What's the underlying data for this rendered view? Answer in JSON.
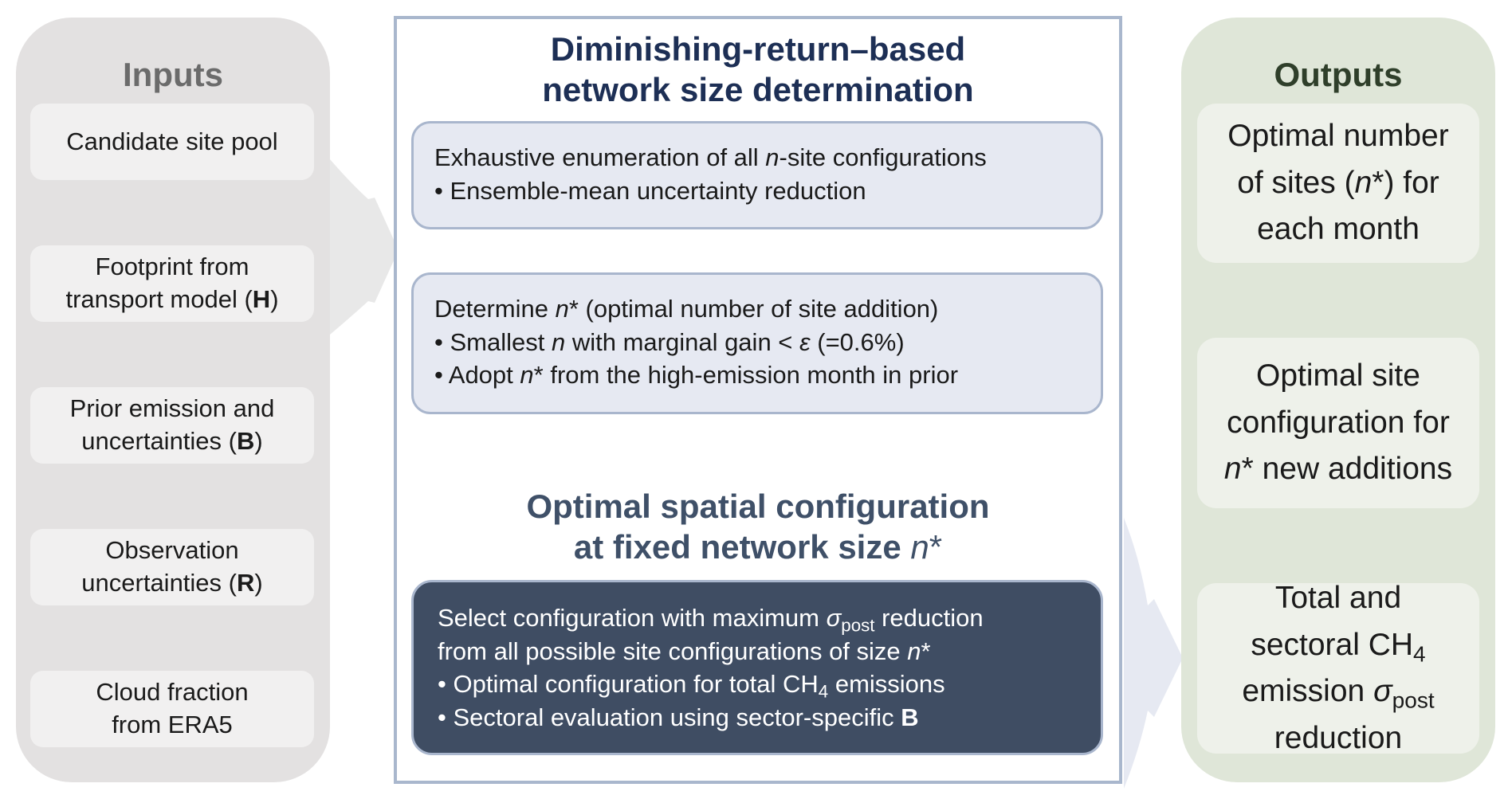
{
  "inputs": {
    "title": "Inputs",
    "items": [
      {
        "lines": [
          "Candidate site pool"
        ]
      },
      {
        "lines": [
          "Footprint from",
          "transport model (",
          "H",
          ")"
        ]
      },
      {
        "lines": [
          "Prior emission and",
          "uncertainties (",
          "B",
          ")"
        ]
      },
      {
        "lines": [
          "Observation",
          "uncertainties (",
          "R",
          ")"
        ]
      },
      {
        "lines": [
          "Cloud fraction",
          "from ERA5"
        ]
      }
    ]
  },
  "center": {
    "title_line1": "Diminishing-return–based",
    "title_line2": "network size determination",
    "box1": {
      "line1_pre": "Exhaustive enumeration of all ",
      "line1_var": "n",
      "line1_post": "-site configurations",
      "bullet": "•",
      "line2": "Ensemble-mean uncertainty reduction"
    },
    "box2": {
      "line1_pre": "Determine ",
      "line1_var": "n",
      "line1_star": "*",
      "line1_post": " (optimal number of site addition)",
      "line2_pre": "Smallest ",
      "line2_var": "n",
      "line2_mid": " with marginal gain < ",
      "line2_eps": "ε",
      "line2_post": " (=0.6%)",
      "line3_pre": "Adopt ",
      "line3_var": "n",
      "line3_star": "*",
      "line3_post": " from the high-emission month in prior"
    },
    "subtitle_line1": "Optimal spatial configuration",
    "subtitle_line2_pre": "at fixed network size ",
    "subtitle_line2_var": "n",
    "subtitle_line2_star": "*",
    "box3": {
      "line1_pre": "Select configuration with maximum ",
      "line1_sigma": "σ",
      "line1_sub": "post",
      "line1_post": " reduction",
      "line2_pre": "from all possible site configurations of size ",
      "line2_var": "n",
      "line2_star": "*",
      "line3_pre": "Optimal configuration for total CH",
      "line3_sub": "4",
      "line3_post": " emissions",
      "line4_pre": "Sectoral evaluation using sector-specific ",
      "line4_bold": "B"
    }
  },
  "outputs": {
    "title": "Outputs",
    "item1": {
      "line1": "Optimal number",
      "line2_pre": "of sites (",
      "line2_var": "n",
      "line2_star": "*",
      "line2_post": ") for",
      "line3": "each month"
    },
    "item2": {
      "line1": "Optimal site",
      "line2": "configuration for",
      "line3_var": "n",
      "line3_star": "*",
      "line3_post": " new additions"
    },
    "item3": {
      "line1": "Total and",
      "line2_pre": "sectoral CH",
      "line2_sub": "4",
      "line3_pre": "emission ",
      "line3_sigma": "σ",
      "line3_sub": "post",
      "line4": "reduction"
    }
  },
  "colors": {
    "inputs_panel": "#e3e1e1",
    "outputs_panel": "#dfe6d8",
    "center_border": "#a9b7cd",
    "center_title": "#1d2f55",
    "dark_box": "#3f4d63",
    "arrow": "#e6e9f2"
  }
}
